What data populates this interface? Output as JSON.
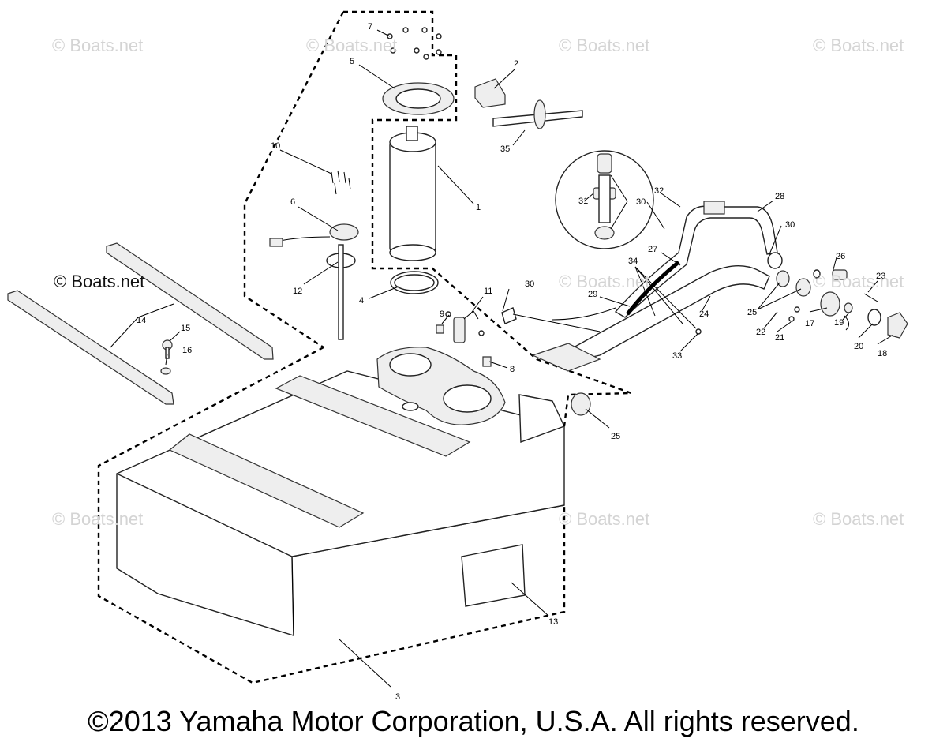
{
  "watermarks": [
    {
      "text": "© Boats.net"
    },
    {
      "text": "© Boats.net"
    },
    {
      "text": "© Boats.net"
    },
    {
      "text": "© Boats.net"
    },
    {
      "text": "© Boats.net"
    },
    {
      "text": "© Boats.net"
    },
    {
      "text": "© Boats.net"
    },
    {
      "text": "© Boats.net"
    },
    {
      "text": "© Boats.net"
    }
  ],
  "watermark_strong": "© Boats.net",
  "copyright": "©2013 Yamaha Motor Corporation, U.S.A. All rights reserved.",
  "callouts": [
    "1",
    "2",
    "3",
    "4",
    "5",
    "6",
    "7",
    "8",
    "9",
    "10",
    "11",
    "12",
    "13",
    "14",
    "15",
    "16",
    "17",
    "18",
    "19",
    "20",
    "21",
    "22",
    "23",
    "24",
    "25",
    "25",
    "26",
    "27",
    "28",
    "29",
    "30",
    "30",
    "30",
    "31",
    "32",
    "33",
    "34",
    "35"
  ]
}
